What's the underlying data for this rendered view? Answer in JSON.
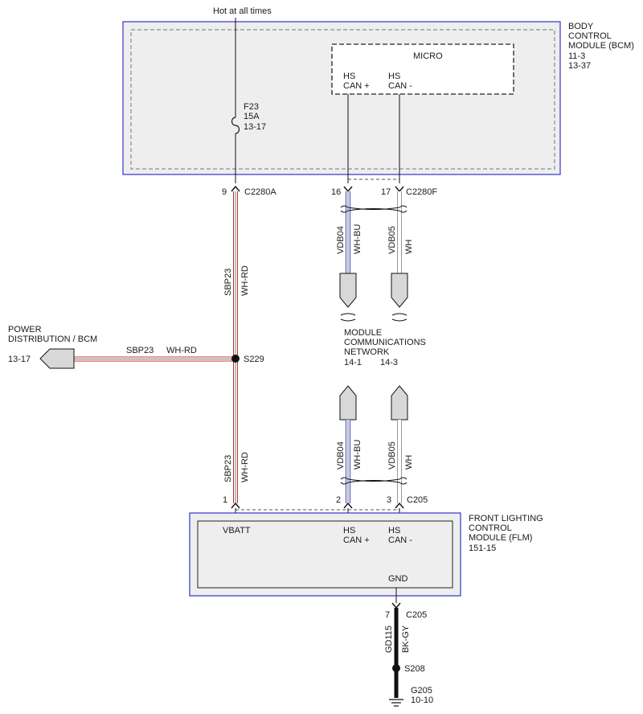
{
  "top_note": "Hot at all times",
  "bcm": {
    "label": [
      "BODY",
      "CONTROL",
      "MODULE (BCM)",
      "11-3",
      "13-37"
    ],
    "micro": "MICRO",
    "hs_can_plus": [
      "HS",
      "CAN +"
    ],
    "hs_can_minus": [
      "HS",
      "CAN -"
    ],
    "fuse": [
      "F23",
      "15A",
      "13-17"
    ]
  },
  "connectors": {
    "pin9": "9",
    "c2280a": "C2280A",
    "pin16": "16",
    "pin17": "17",
    "c2280f": "C2280F",
    "pin1": "1",
    "pin2": "2",
    "pin3": "3",
    "c205_top": "C205",
    "pin7": "7",
    "c205_bottom": "C205"
  },
  "wires": {
    "sbp23": "SBP23",
    "whrd": "WH-RD",
    "vdb04": "VDB04",
    "whbu": "WH-BU",
    "vdb05": "VDB05",
    "wh": "WH",
    "gd115": "GD115",
    "bkgy": "BK-GY"
  },
  "power_distribution": {
    "label": [
      "POWER",
      "DISTRIBUTION / BCM"
    ],
    "ref": "13-17"
  },
  "splices": {
    "s229": "S229",
    "s208": "S208"
  },
  "network": {
    "label": [
      "MODULE",
      "COMMUNICATIONS",
      "NETWORK"
    ],
    "ref1": "14-1",
    "ref2": "14-3"
  },
  "flm": {
    "label": [
      "FRONT LIGHTING",
      "CONTROL",
      "MODULE (FLM)",
      "151-15"
    ],
    "vbatt": "VBATT",
    "hs_can_plus": [
      "HS",
      "CAN +"
    ],
    "hs_can_minus": [
      "HS",
      "CAN -"
    ],
    "gnd": "GND"
  },
  "ground": {
    "id": "G205",
    "ref": "10-10"
  },
  "colors": {
    "module_border": "#3333cc",
    "dashed": "#666666",
    "wire_red": "#c03030",
    "wire_blue": "#4444cc",
    "wire_black": "#111111",
    "connector_fill": "#d8d8d8"
  }
}
